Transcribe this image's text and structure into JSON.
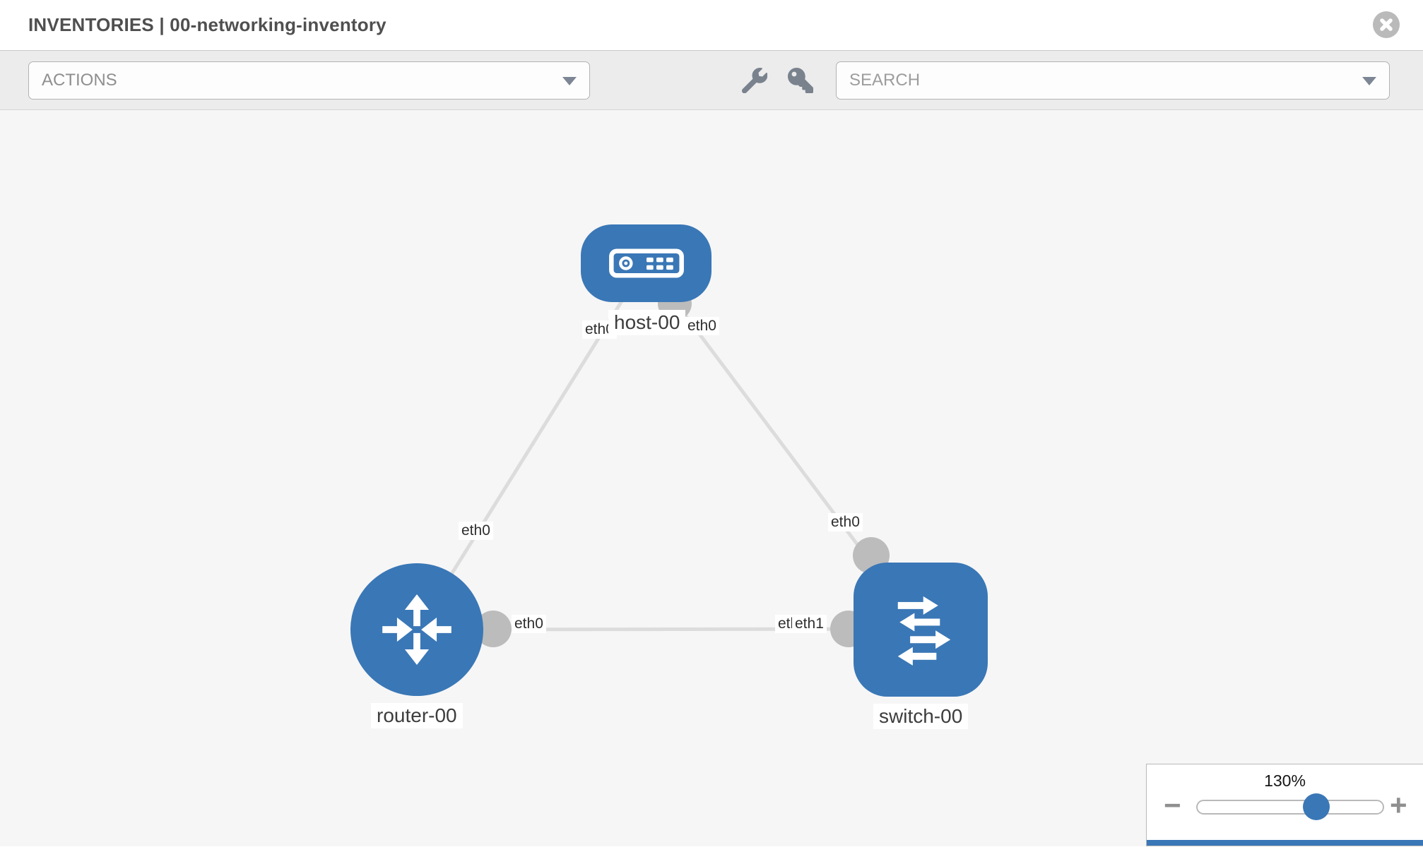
{
  "header": {
    "title": "INVENTORIES | 00-networking-inventory"
  },
  "toolbar": {
    "actions_label": "ACTIONS",
    "search_placeholder": "SEARCH",
    "icons": [
      "wrench-icon",
      "key-icon"
    ]
  },
  "diagram": {
    "nodes": [
      {
        "id": "host-00",
        "type": "host",
        "label": "host-00"
      },
      {
        "id": "router-00",
        "type": "router",
        "label": "router-00"
      },
      {
        "id": "switch-00",
        "type": "switch",
        "label": "switch-00"
      }
    ],
    "links": [
      {
        "from": "host-00",
        "to": "router-00",
        "from_interface": "eth0",
        "to_interface": "eth0"
      },
      {
        "from": "host-00",
        "to": "switch-00",
        "from_interface": "eth0",
        "to_interface": "eth0"
      },
      {
        "from": "router-00",
        "to": "switch-00",
        "from_interface": "eth0",
        "to_interface": "eth1"
      }
    ],
    "interfaces": {
      "host_to_router": "eth0",
      "host_to_switch": "eth0",
      "router_to_host": "eth0",
      "router_to_switch": "eth0",
      "switch_to_host": "eth0",
      "switch_hidden": "eth0",
      "switch_to_router": "eth1"
    }
  },
  "zoom_panel": {
    "level": "130%",
    "minus": "−",
    "plus": "+"
  },
  "colors": {
    "node_blue": "#3a77b6",
    "link_gray": "#dcdcdc",
    "dot_gray": "#bcbcbc",
    "canvas_bg": "#f6f6f6",
    "toolbar_bg": "#ececec"
  }
}
